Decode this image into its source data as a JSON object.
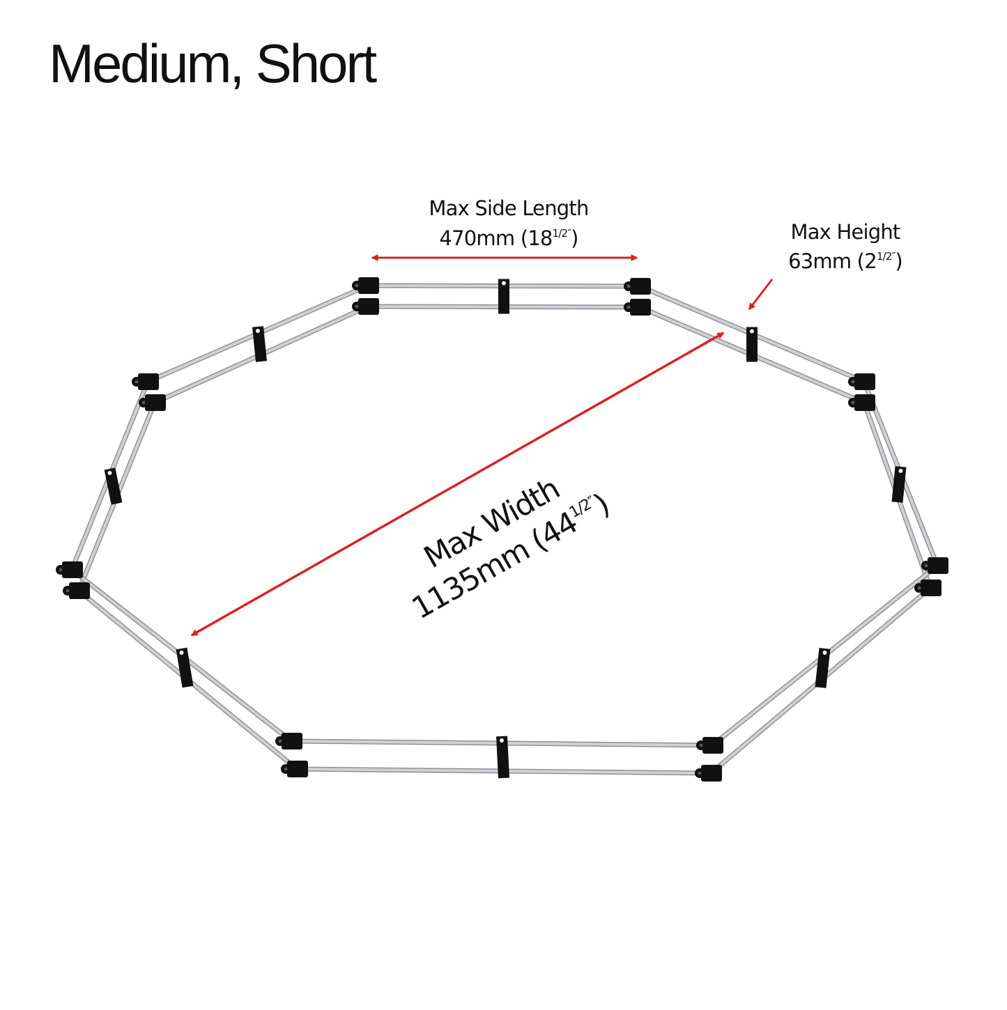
{
  "title": "Medium, Short",
  "labels": {
    "side_length": {
      "line1": "Max Side Length",
      "line2_value": "470mm (18",
      "line2_fraction": "1/2″",
      "line2_close": ")"
    },
    "height": {
      "line1": "Max Height",
      "line2_value": "63mm (2",
      "line2_fraction": "1/2″",
      "line2_close": ")"
    },
    "width": {
      "line1": "Max Width",
      "line2_value": "1135mm (44",
      "line2_fraction": "1/2″",
      "line2_close": ")"
    }
  },
  "colors": {
    "arrow": "#d42424",
    "rod": "#cfd1d4",
    "rod_edge": "#8e9196",
    "connector": "#111111",
    "background": "#ffffff"
  }
}
